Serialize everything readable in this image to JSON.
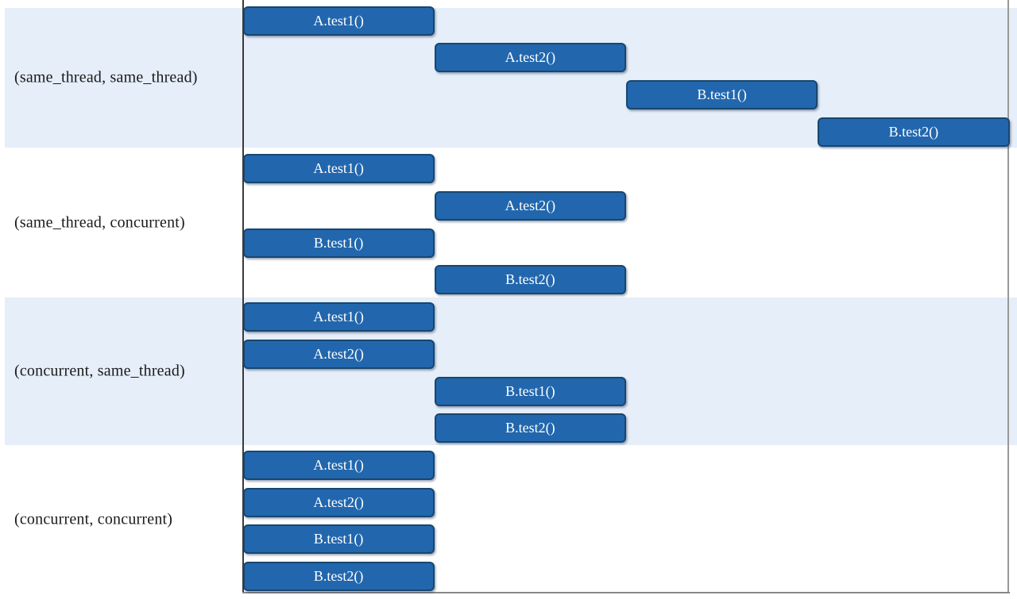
{
  "chart_data": {
    "type": "bar",
    "subtype": "gantt-timeline",
    "title": "",
    "xlabel": "",
    "ylabel": "",
    "x_range": [
      0,
      4
    ],
    "grid": false,
    "legend": "none",
    "groups": [
      {
        "label": "(same_thread, same_thread)",
        "bars": [
          {
            "name": "A.test1()",
            "start": 0,
            "end": 1
          },
          {
            "name": "A.test2()",
            "start": 1,
            "end": 2
          },
          {
            "name": "B.test1()",
            "start": 2,
            "end": 3
          },
          {
            "name": "B.test2()",
            "start": 3,
            "end": 4
          }
        ]
      },
      {
        "label": "(same_thread, concurrent)",
        "bars": [
          {
            "name": "A.test1()",
            "start": 0,
            "end": 1
          },
          {
            "name": "A.test2()",
            "start": 1,
            "end": 2
          },
          {
            "name": "B.test1()",
            "start": 0,
            "end": 1
          },
          {
            "name": "B.test2()",
            "start": 1,
            "end": 2
          }
        ]
      },
      {
        "label": "(concurrent, same_thread)",
        "bars": [
          {
            "name": "A.test1()",
            "start": 0,
            "end": 1
          },
          {
            "name": "A.test2()",
            "start": 0,
            "end": 1
          },
          {
            "name": "B.test1()",
            "start": 1,
            "end": 2
          },
          {
            "name": "B.test2()",
            "start": 1,
            "end": 2
          }
        ]
      },
      {
        "label": "(concurrent, concurrent)",
        "bars": [
          {
            "name": "A.test1()",
            "start": 0,
            "end": 1
          },
          {
            "name": "A.test2()",
            "start": 0,
            "end": 1
          },
          {
            "name": "B.test1()",
            "start": 0,
            "end": 1
          },
          {
            "name": "B.test2()",
            "start": 0,
            "end": 1
          }
        ]
      }
    ]
  },
  "colors": {
    "bar_fill": "#2267ad",
    "bar_border": "#17466f",
    "bar_text": "#ffffff",
    "band_highlight": "#e5eef9",
    "band_plain": "#ffffff",
    "label_text": "#1a1a1a",
    "axis_left": "#3a3a3a",
    "axis_right": "#999999",
    "axis_bottom": "#888888"
  }
}
